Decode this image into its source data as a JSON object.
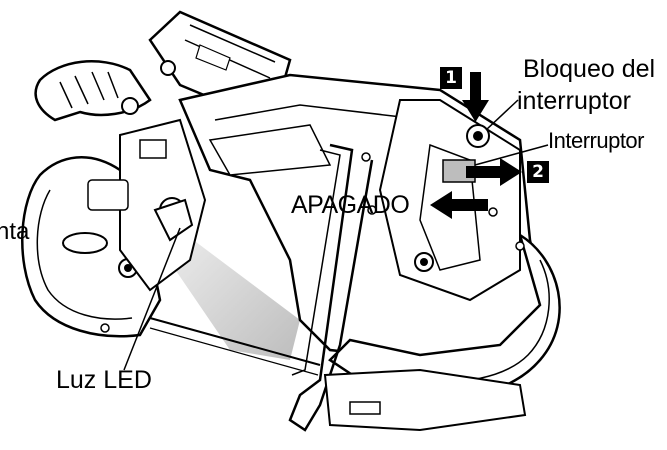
{
  "labels": {
    "lock": "Bloqueo del interruptor",
    "lock_line1": "Bloqueo del",
    "lock_line2": "interruptor",
    "switch": "Interruptor",
    "off": "APAGADO",
    "led": "Luz LED",
    "cut_left": "nta"
  },
  "steps": {
    "one": "1",
    "two": "2"
  },
  "colors": {
    "ink": "#000000",
    "paper": "#ffffff",
    "beam": "#d9d9d9"
  },
  "icons": {
    "press_arrow": "arrow-down-icon",
    "slide_arrow": "arrow-right-icon",
    "off_arrow": "arrow-left-icon"
  }
}
